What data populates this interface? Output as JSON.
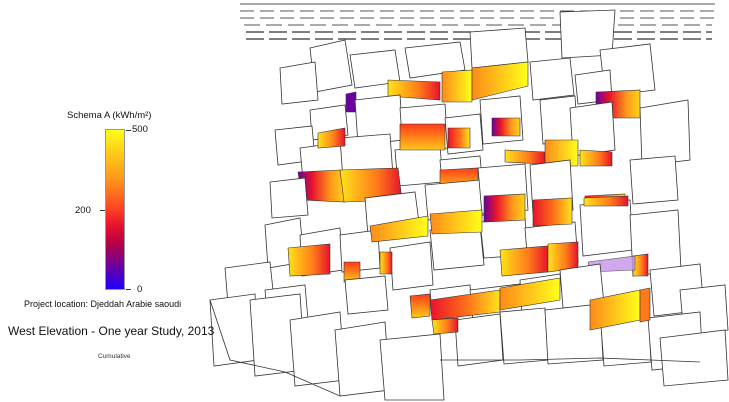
{
  "legend": {
    "title": "Schema A (kWh/m²)",
    "max_label": "500",
    "mid_label": "200",
    "min_label": "0",
    "gradient_colors": [
      "#ffff1a",
      "#ff9a1a",
      "#e8122c",
      "#6a00a0",
      "#1e00ff"
    ]
  },
  "info": {
    "project_location": "Project location: Djeddah Arabie saoudi",
    "study_title": "West Elevation - One year Study, 2013",
    "mode": "Cumulative"
  },
  "colors": {
    "high": "#ffff1a",
    "medium": "#ff6a1a",
    "low": "#6a00a0",
    "outline": "#333333"
  }
}
